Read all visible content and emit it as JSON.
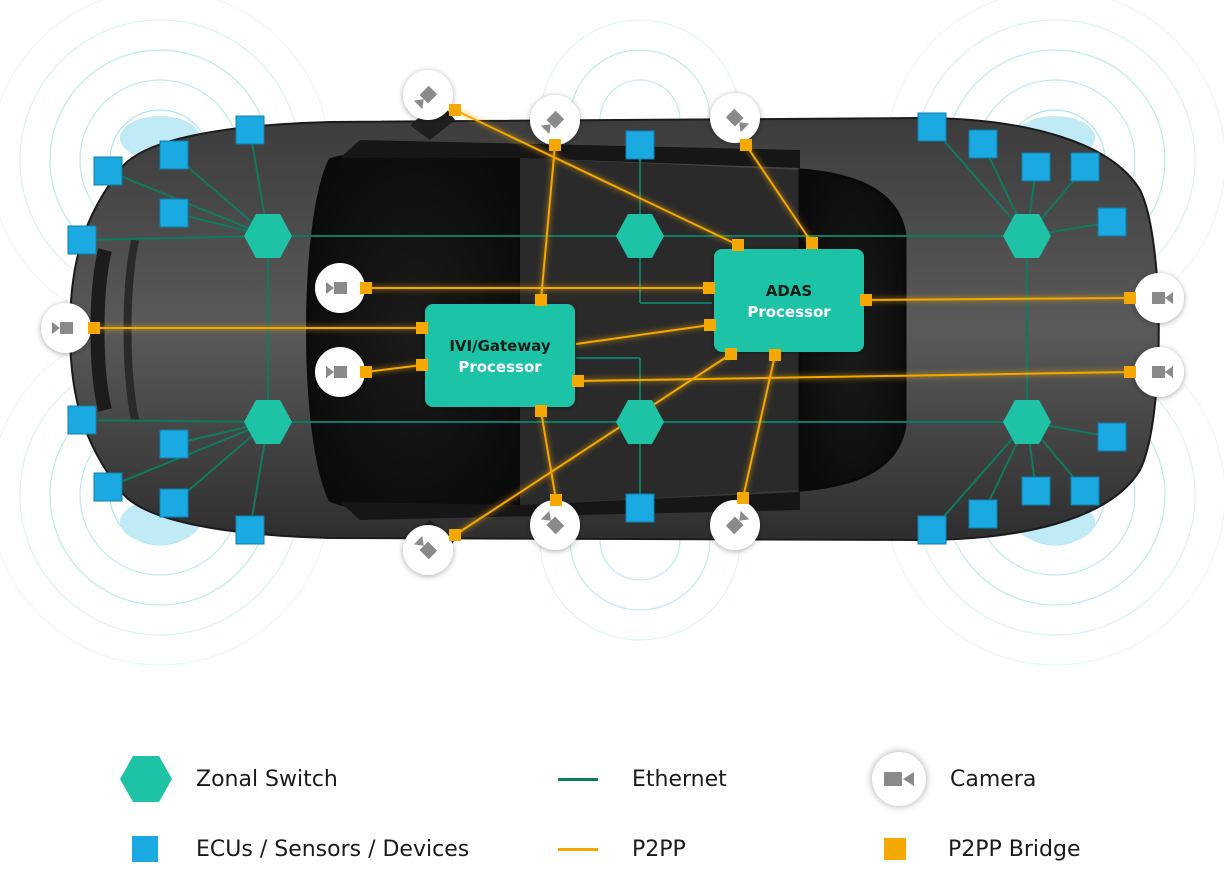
{
  "processors": {
    "ivi_line1": "IVI/Gateway",
    "ivi_line2": "Processor",
    "adas_line1": "ADAS",
    "adas_line2": "Processor"
  },
  "legend": {
    "zonal_switch": "Zonal Switch",
    "ecus": "ECUs / Sensors / Devices",
    "ethernet": "Ethernet",
    "p2pp": "P2PP",
    "camera": "Camera",
    "p2pp_bridge": "P2PP Bridge"
  },
  "colors": {
    "zonal_switch": "#1ec3a6",
    "ecu": "#1aa9e0",
    "ethernet": "#0e7a62",
    "p2pp": "#f5a800",
    "processor": "#1ec3a6",
    "car_body": "#2f2f2f"
  },
  "icons": {
    "camera": "video-camera-icon",
    "switch": "hexagon-icon"
  }
}
